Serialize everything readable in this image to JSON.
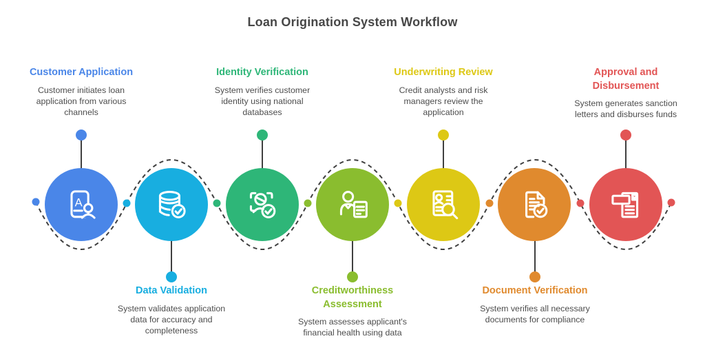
{
  "title": "Loan Origination System Workflow",
  "colors": {
    "connector": "#3f3f3f",
    "heading_text": "#474747",
    "description_text": "#4d4d4d",
    "background": "#ffffff"
  },
  "nodes": [
    {
      "title": "Customer Application",
      "description": "Customer initiates loan application from various channels",
      "color": "#4a86e8",
      "icon": "application-card-person-icon",
      "label_position": "top"
    },
    {
      "title": "Data Validation",
      "description": "System validates application data for accuracy and completeness",
      "color": "#18aee0",
      "icon": "database-check-icon",
      "label_position": "bottom"
    },
    {
      "title": "Identity Verification",
      "description": "System verifies customer identity using national databases",
      "color": "#2eb678",
      "icon": "face-scan-check-icon",
      "label_position": "top"
    },
    {
      "title": "Creditworthiness Assessment",
      "description": "System assesses applicant's financial health using data",
      "color": "#8abd2f",
      "icon": "person-report-icon",
      "label_position": "bottom"
    },
    {
      "title": "Underwriting Review",
      "description": "Credit analysts and risk managers review the application",
      "color": "#ddc815",
      "icon": "resume-magnifier-icon",
      "label_position": "top"
    },
    {
      "title": "Document Verification",
      "description": "System verifies all necessary documents for compliance",
      "color": "#e08a2e",
      "icon": "document-check-icon",
      "label_position": "bottom"
    },
    {
      "title": "Approval and Disbursement",
      "description": "System generates sanction letters and disburses funds",
      "color": "#e25555",
      "icon": "sanction-letter-check-icon",
      "label_position": "top"
    }
  ]
}
